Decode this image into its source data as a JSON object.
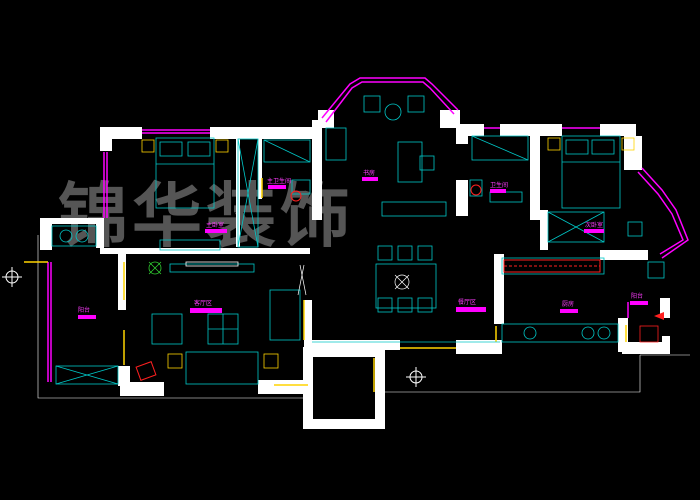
{
  "watermark": "锦华装饰",
  "rooms": {
    "master_bedroom": "主卧室",
    "master_bath": "主卫生间",
    "study": "书房",
    "guest_bath": "卫生间",
    "second_bedroom": "次卧室",
    "balcony_left": "阳台",
    "living_room": "客厅区",
    "dining_room": "餐厅区",
    "kitchen": "厨房",
    "kitchen_balcony": "阳台"
  },
  "colors": {
    "wall": "#ffffff",
    "furniture": "#00c8c8",
    "window": "#ff00ff",
    "label_box": "#ff00ff",
    "door": "#ffd400",
    "accent_red": "#ff2020",
    "green": "#30d030"
  },
  "icons": [
    "compass-icon",
    "entry-marker-icon",
    "plant-icon"
  ]
}
